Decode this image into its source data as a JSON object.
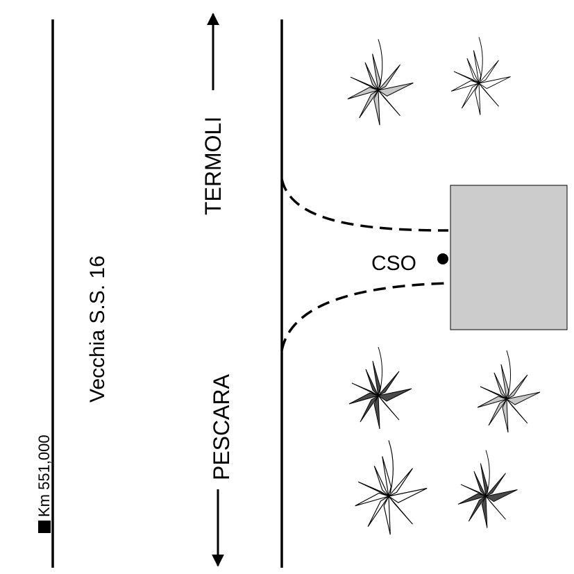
{
  "labels": {
    "road_name": "Vecchia S.S. 16",
    "km_marker": "Km 551,000",
    "direction_north": "TERMOLI",
    "direction_south": "PESCARA",
    "site_code": "CSO"
  },
  "colors": {
    "line": "#000000",
    "building_fill": "#cccccc",
    "plant_light": "#c8c8c8",
    "plant_dark": "#4a4a4a",
    "plant_white": "#ffffff"
  },
  "plants": [
    {
      "id": "plant-1",
      "shade": "light"
    },
    {
      "id": "plant-2",
      "shade": "white"
    },
    {
      "id": "plant-3",
      "shade": "dark"
    },
    {
      "id": "plant-4",
      "shade": "light"
    },
    {
      "id": "plant-5",
      "shade": "white"
    },
    {
      "id": "plant-6",
      "shade": "dark"
    }
  ]
}
